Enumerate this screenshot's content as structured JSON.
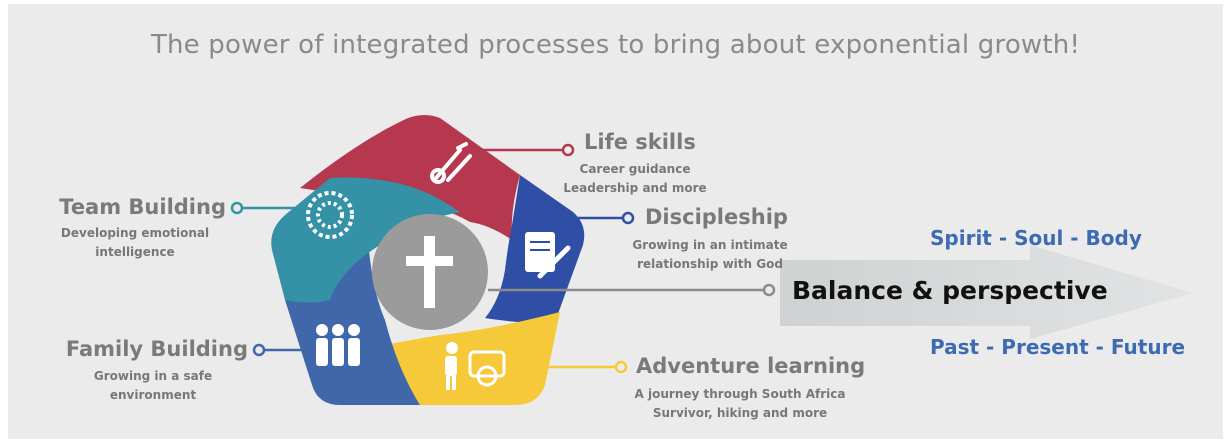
{
  "title": "The power of integrated processes to bring about exponential growth!",
  "center_icon": "cross-icon",
  "segments": [
    {
      "key": "life-skills",
      "heading": "Life skills",
      "lines": [
        "Career guidance",
        "Leadership and more"
      ],
      "color": "#b5384f",
      "icon": "tools-icon"
    },
    {
      "key": "discipleship",
      "heading": "Discipleship",
      "lines": [
        "Growing in an intimate",
        "relationship with God"
      ],
      "color": "#2f4fa6",
      "icon": "notebook-pen-icon"
    },
    {
      "key": "adventure-learning",
      "heading": "Adventure learning",
      "lines": [
        "A journey through South Africa",
        "Survivor, hiking and more"
      ],
      "color": "#f5c93a",
      "icon": "hiker-icon"
    },
    {
      "key": "family-building",
      "heading": "Family Building",
      "lines": [
        "Growing in a safe",
        "environment"
      ],
      "color": "#3f67a9",
      "icon": "family-icon"
    },
    {
      "key": "team-building",
      "heading": "Team Building",
      "lines": [
        "Developing emotional",
        "intelligence"
      ],
      "color": "#3592a6",
      "icon": "circle-of-people-icon"
    }
  ],
  "arrow": {
    "label": "Balance & perspective",
    "top_text": "Spirit - Soul - Body",
    "bottom_text": "Past - Present - Future",
    "color": "#d2d5d6"
  }
}
